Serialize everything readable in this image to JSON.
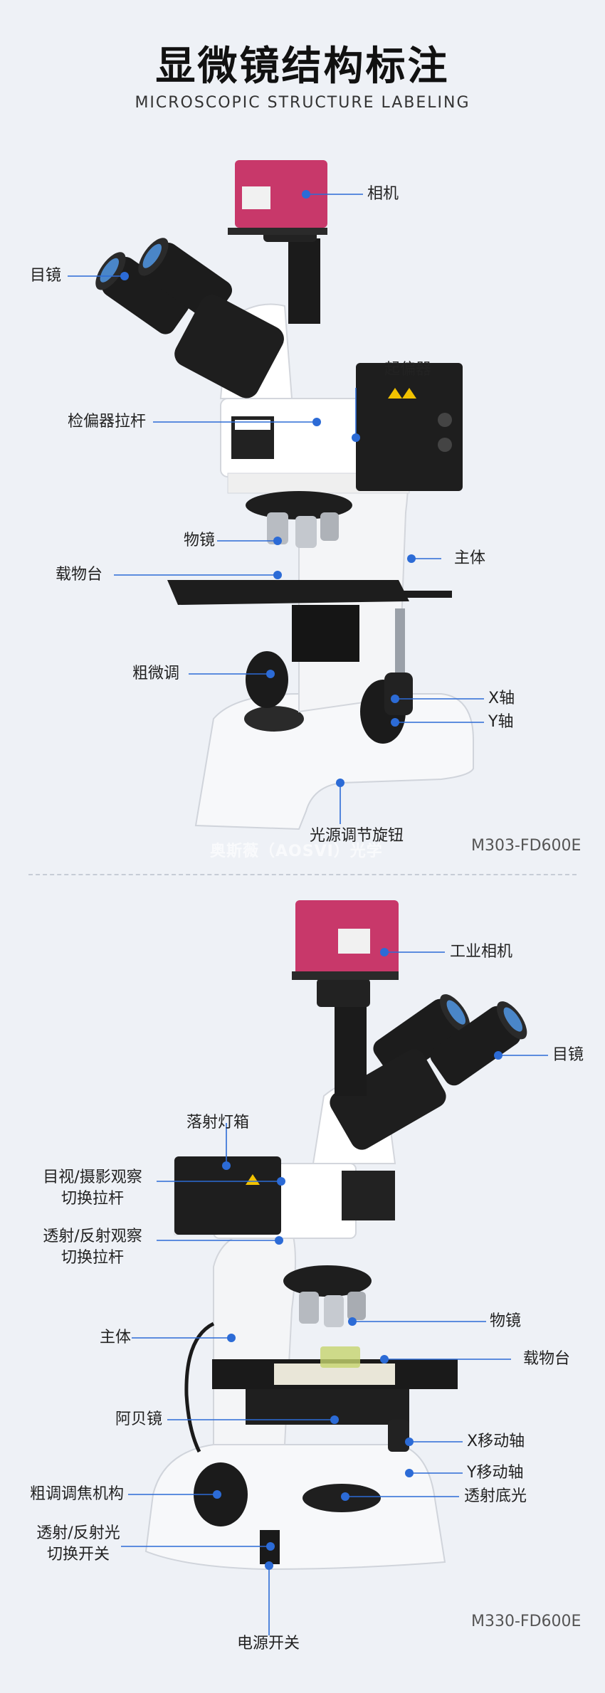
{
  "header": {
    "title": "显微镜结构标注",
    "subtitle": "MICROSCOPIC STRUCTURE LABELING"
  },
  "section1": {
    "model": "M303-FD600E",
    "brand_watermark": "奥斯薇（AOSVI）光学",
    "labels": {
      "camera": "相机",
      "eyepiece": "目镜",
      "polarizer": "起偏器",
      "analyzer_lever": "检偏器拉杆",
      "objective": "物镜",
      "body": "主体",
      "stage": "载物台",
      "focus": "粗微调",
      "x_axis": "X轴",
      "y_axis": "Y轴",
      "light_knob": "光源调节旋钮"
    }
  },
  "section2": {
    "model": "M330-FD600E",
    "labels": {
      "industrial_camera": "工业相机",
      "eyepiece": "目镜",
      "lamp_box": "落射灯箱",
      "view_switch_1": "目视/摄影观察",
      "view_switch_2": "切换拉杆",
      "trans_switch_1": "透射/反射观察",
      "trans_switch_2": "切换拉杆",
      "objective": "物镜",
      "body": "主体",
      "stage": "载物台",
      "abbe": "阿贝镜",
      "x_move": "X移动轴",
      "y_move": "Y移动轴",
      "coarse_focus": "粗调调焦机构",
      "trans_light": "透射底光",
      "light_switch_1": "透射/反射光",
      "light_switch_2": "切换开关",
      "power": "电源开关"
    }
  },
  "colors": {
    "accent": "#2c6bd6",
    "camera": "#c8386a",
    "background": "#eef1f6"
  }
}
